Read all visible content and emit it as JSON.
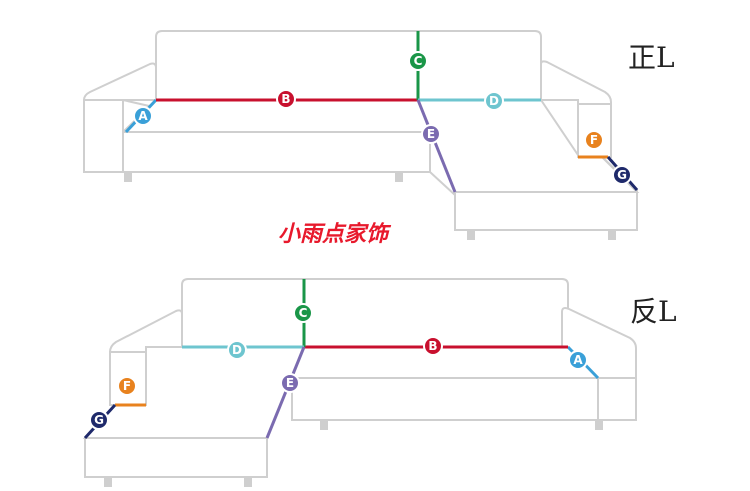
{
  "labels": {
    "top_type": "正L",
    "bottom_type": "反L",
    "watermark": "小雨点家饰"
  },
  "dimensions": {
    "A": {
      "letter": "A",
      "color": "#3aa0d8"
    },
    "B": {
      "letter": "B",
      "color": "#c8102e"
    },
    "C": {
      "letter": "C",
      "color": "#1a9648"
    },
    "D": {
      "letter": "D",
      "color": "#6ec5cf"
    },
    "E": {
      "letter": "E",
      "color": "#7b6bb0"
    },
    "F": {
      "letter": "F",
      "color": "#e8821e"
    },
    "G": {
      "letter": "G",
      "color": "#1f2a6b"
    }
  }
}
